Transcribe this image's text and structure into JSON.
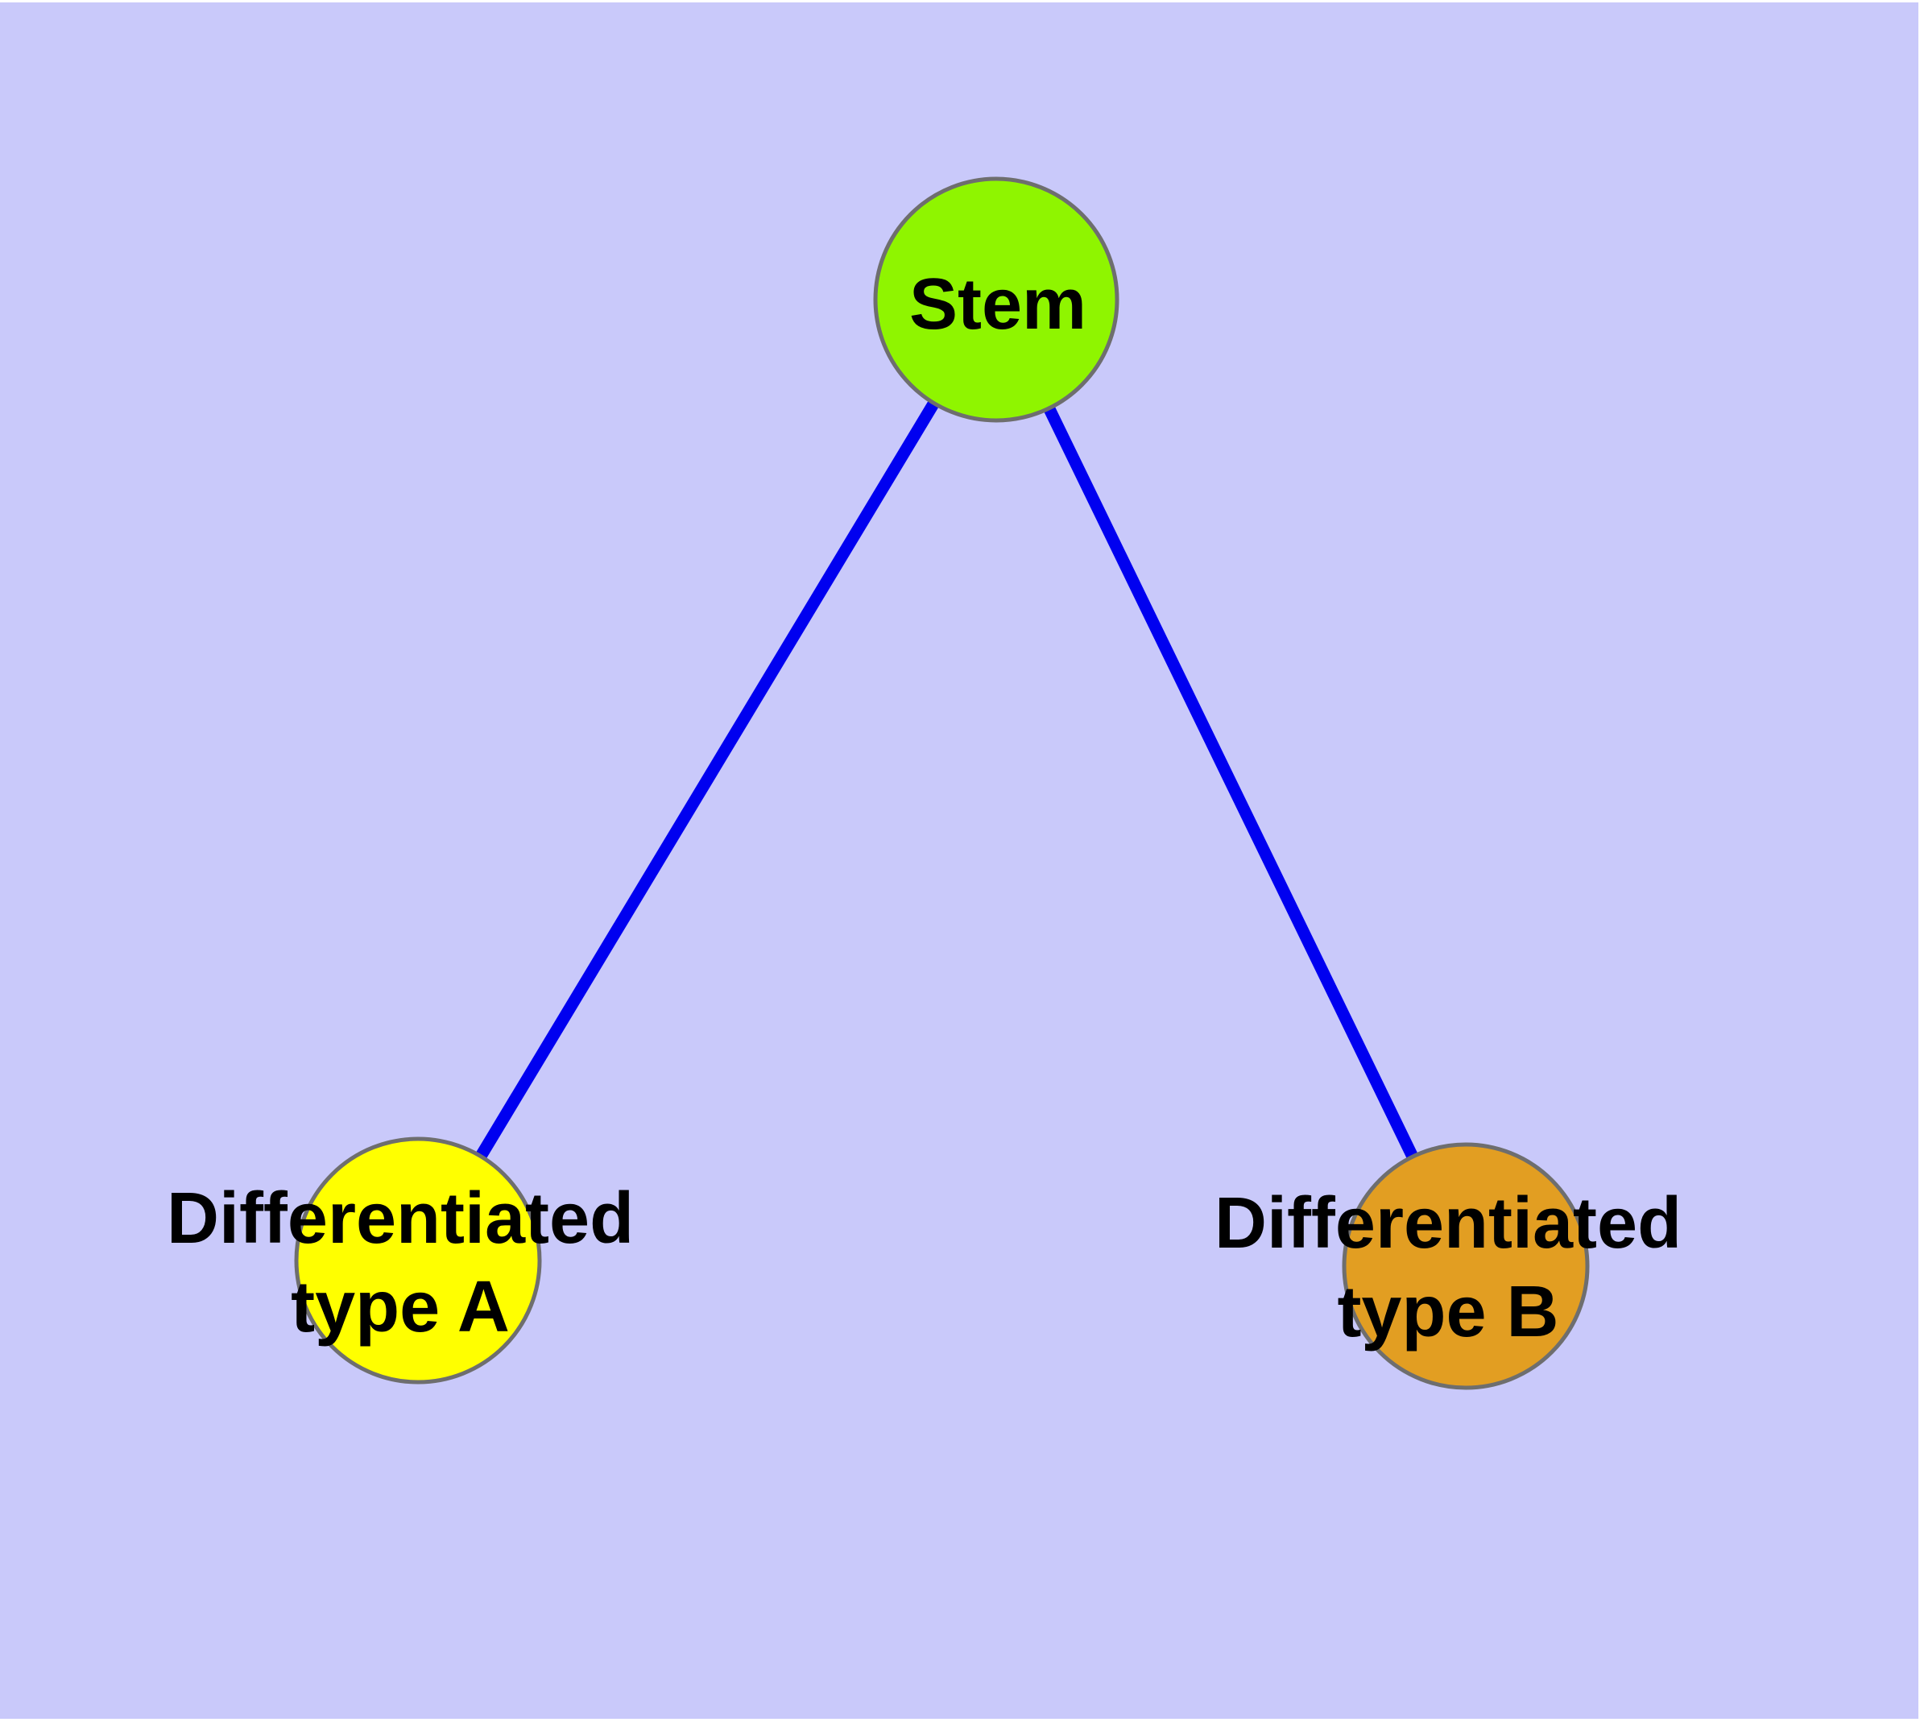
{
  "figure": {
    "type": "network-diagram",
    "canvas_color": "#c9c9fa",
    "device_background": "#ffffff",
    "edge_color": "#0000f0",
    "node_border_color": "#6e6e6e",
    "label_color": "#000000"
  },
  "nodes": [
    {
      "id": "stem",
      "label": "Stem",
      "fill": "#8ff500"
    },
    {
      "id": "type-a",
      "label": "Differentiated\ntype A",
      "fill": "#ffff00"
    },
    {
      "id": "type-b",
      "label": "Differentiated\ntype B",
      "fill": "#e29e22"
    }
  ],
  "edges": [
    {
      "from": "Stem",
      "to": "Differentiated type A"
    },
    {
      "from": "Stem",
      "to": "Differentiated type B"
    }
  ]
}
